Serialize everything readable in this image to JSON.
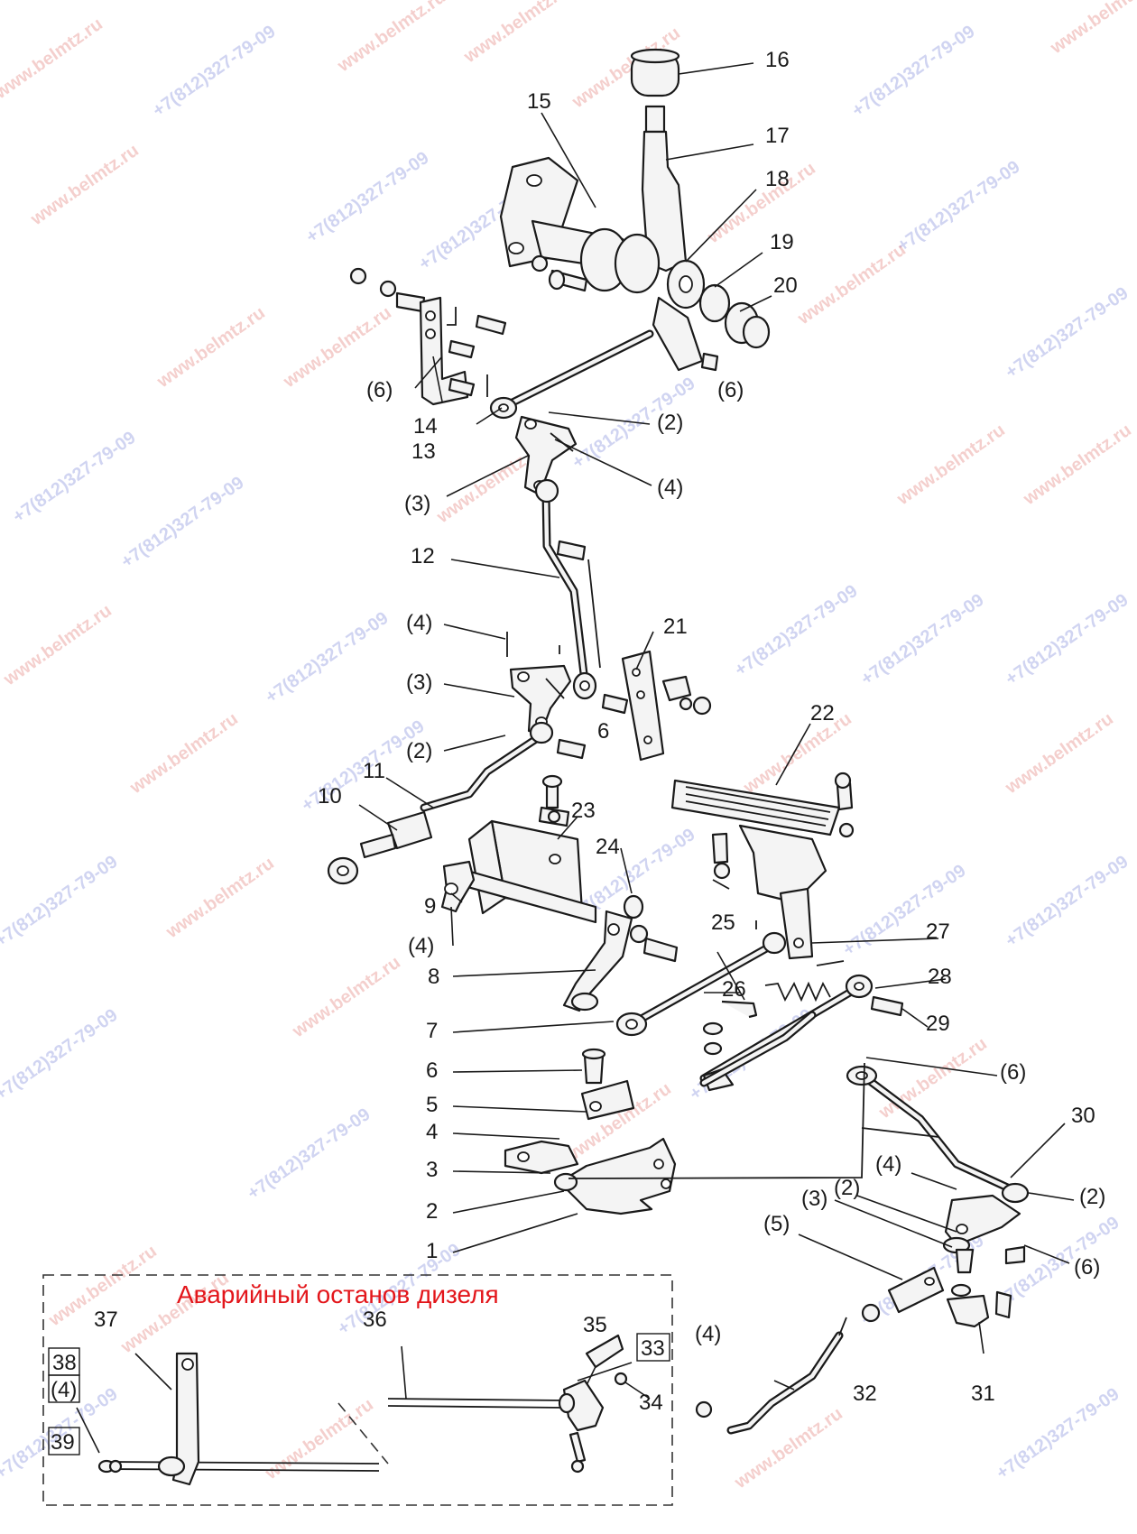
{
  "emergency_section": {
    "title": "Аварийный останов дизеля"
  },
  "callouts": [
    {
      "text": "16"
    },
    {
      "text": "15"
    },
    {
      "text": "17"
    },
    {
      "text": "18"
    },
    {
      "text": "19"
    },
    {
      "text": "20"
    },
    {
      "text": "(6)"
    },
    {
      "text": "(6)"
    },
    {
      "text": "14"
    },
    {
      "text": "13"
    },
    {
      "text": "(2)"
    },
    {
      "text": "(4)"
    },
    {
      "text": "(3)"
    },
    {
      "text": "12"
    },
    {
      "text": "21"
    },
    {
      "text": "(4)"
    },
    {
      "text": "(3)"
    },
    {
      "text": "(2)"
    },
    {
      "text": "6"
    },
    {
      "text": "11"
    },
    {
      "text": "10"
    },
    {
      "text": "22"
    },
    {
      "text": "23"
    },
    {
      "text": "24"
    },
    {
      "text": "9"
    },
    {
      "text": "(4)"
    },
    {
      "text": "8"
    },
    {
      "text": "25"
    },
    {
      "text": "27"
    },
    {
      "text": "28"
    },
    {
      "text": "26"
    },
    {
      "text": "29"
    },
    {
      "text": "7"
    },
    {
      "text": "6"
    },
    {
      "text": "(6)"
    },
    {
      "text": "5"
    },
    {
      "text": "4"
    },
    {
      "text": "30"
    },
    {
      "text": "3"
    },
    {
      "text": "(4)"
    },
    {
      "text": "(2)"
    },
    {
      "text": "(2)"
    },
    {
      "text": "(3)"
    },
    {
      "text": "2"
    },
    {
      "text": "(5)"
    },
    {
      "text": "1"
    },
    {
      "text": "(6)"
    },
    {
      "text": "37"
    },
    {
      "text": "36"
    },
    {
      "text": "35"
    },
    {
      "text": "33"
    },
    {
      "text": "38"
    },
    {
      "text": "(4)"
    },
    {
      "text": "(4)"
    },
    {
      "text": "34"
    },
    {
      "text": "32"
    },
    {
      "text": "31"
    },
    {
      "text": "39"
    }
  ],
  "watermarks": {
    "site": "www.belmtz.ru",
    "phone": "+7(812)327-79-09"
  },
  "colors": {
    "title_red": "#e3161b",
    "watermark_red": "#d2291f",
    "watermark_blue": "#2f3fc4",
    "line": "#1a1a1a"
  }
}
